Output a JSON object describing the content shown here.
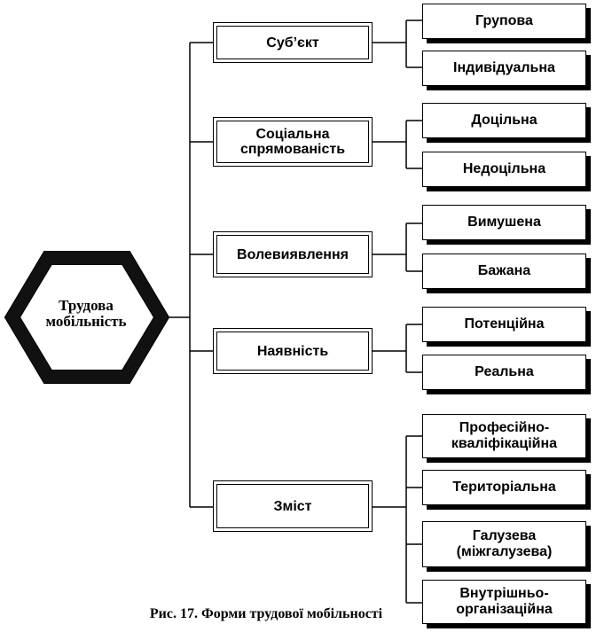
{
  "center": {
    "label": "Трудова мобільність"
  },
  "categories": [
    {
      "label": "Суб’єкт",
      "forms": [
        "Групова",
        "Індивідуальна"
      ]
    },
    {
      "label": "Соціальна спрямованість",
      "forms": [
        "Доцільна",
        "Недоцільна"
      ]
    },
    {
      "label": "Волевиявлення",
      "forms": [
        "Вимушена",
        "Бажана"
      ]
    },
    {
      "label": "Наявність",
      "forms": [
        "Потенційна",
        "Реальна"
      ]
    },
    {
      "label": "Зміст",
      "forms": [
        "Професійно-кваліфікаційна",
        "Територіальна",
        "Галузева (міжгалузева)",
        "Внутрішньо-організаційна"
      ]
    }
  ],
  "caption": "Рис. 17. Форми трудової мобільності"
}
